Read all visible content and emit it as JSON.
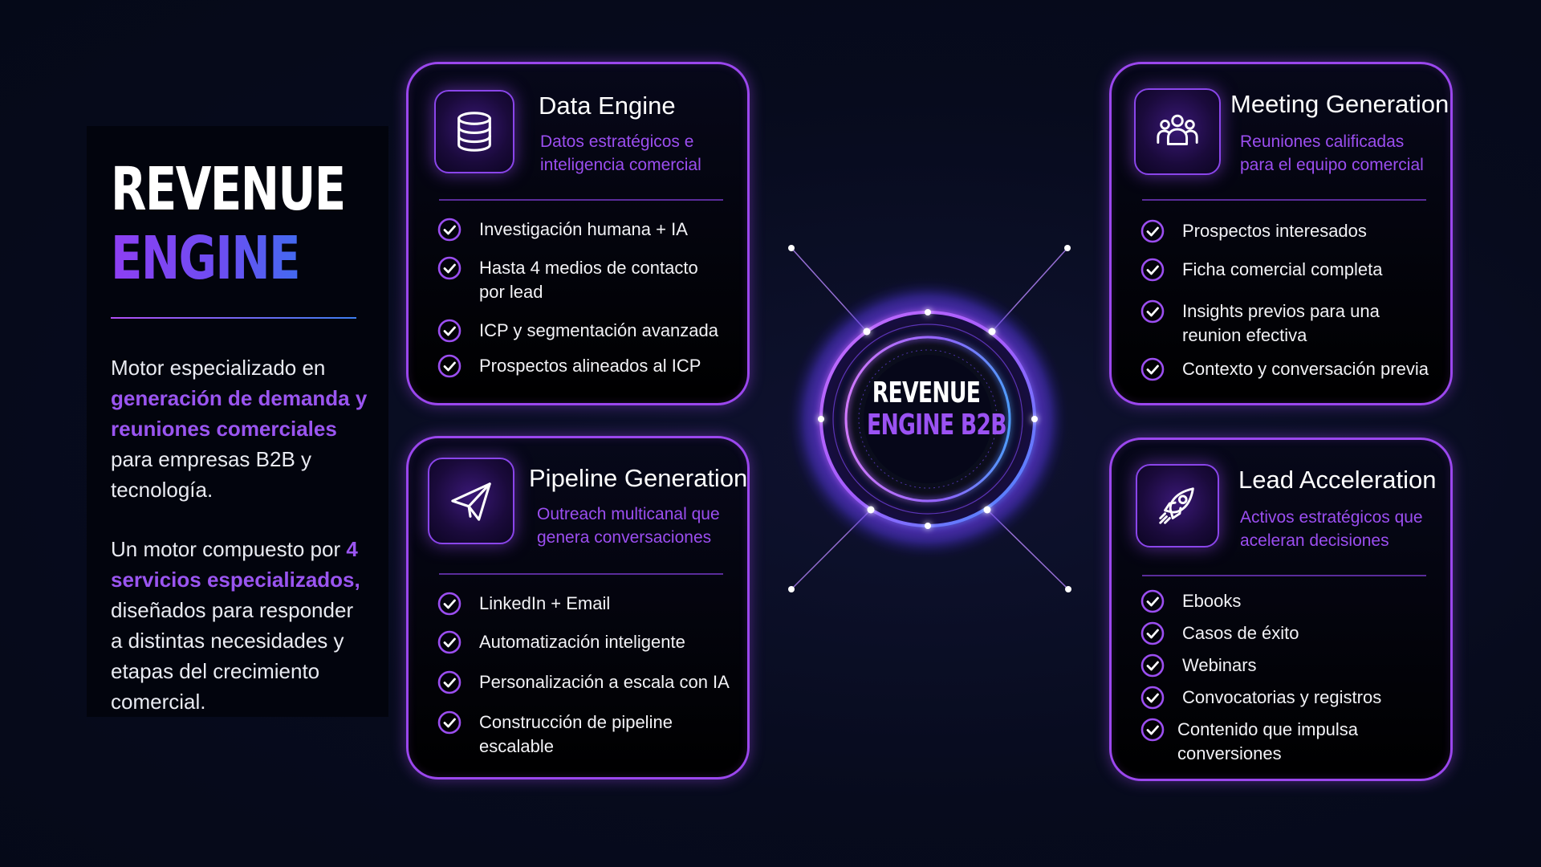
{
  "brand": {
    "line1": "REVENUE",
    "line2": "ENGINE B2B"
  },
  "intro": {
    "p1_pre": "Motor especializado en ",
    "p1_highlight": "generación de demanda y reuniones comerciales",
    "p1_post": " para empresas B2B y tecnología.",
    "p2_pre": "Un motor compuesto por ",
    "p2_highlight": "4 servicios especializados,",
    "p2_post": " diseñados para responder a distintas necesidades y etapas del crecimiento comercial."
  },
  "hub": {
    "line1": "REVENUE",
    "line2": "ENGINE B2B"
  },
  "cards": [
    {
      "title": "Data Engine",
      "subtitle": "Datos estratégicos e inteligencia comercial",
      "icon": "database-icon",
      "items": [
        "Investigación humana + IA",
        "Hasta 4 medios de contacto por lead",
        "ICP y segmentación avanzada",
        "Prospectos alineados al ICP"
      ]
    },
    {
      "title": "Pipeline Generation",
      "subtitle": "Outreach multicanal que genera conversaciones",
      "icon": "paper-plane-icon",
      "items": [
        "LinkedIn + Email",
        "Automatización inteligente",
        "Personalización a escala con IA",
        "Construcción de pipeline escalable"
      ]
    },
    {
      "title": "Meeting Generation",
      "subtitle": "Reuniones calificadas para el equipo comercial",
      "icon": "users-group-icon",
      "items": [
        "Prospectos interesados",
        "Ficha comercial completa",
        "Insights previos para una reunion efectiva",
        "Contexto y conversación previa"
      ]
    },
    {
      "title": "Lead Acceleration",
      "subtitle": "Activos estratégicos que aceleran decisiones",
      "icon": "rocket-icon",
      "items": [
        "Ebooks",
        "Casos de éxito",
        "Webinars",
        "Convocatorias y registros",
        "Contenido que impulsa conversiones"
      ]
    }
  ],
  "colors": {
    "background": "#060b1c",
    "accent_purple": "#9b47ee",
    "accent_blue": "#3d7ef0",
    "subtitle_purple": "#9b4ef0"
  }
}
